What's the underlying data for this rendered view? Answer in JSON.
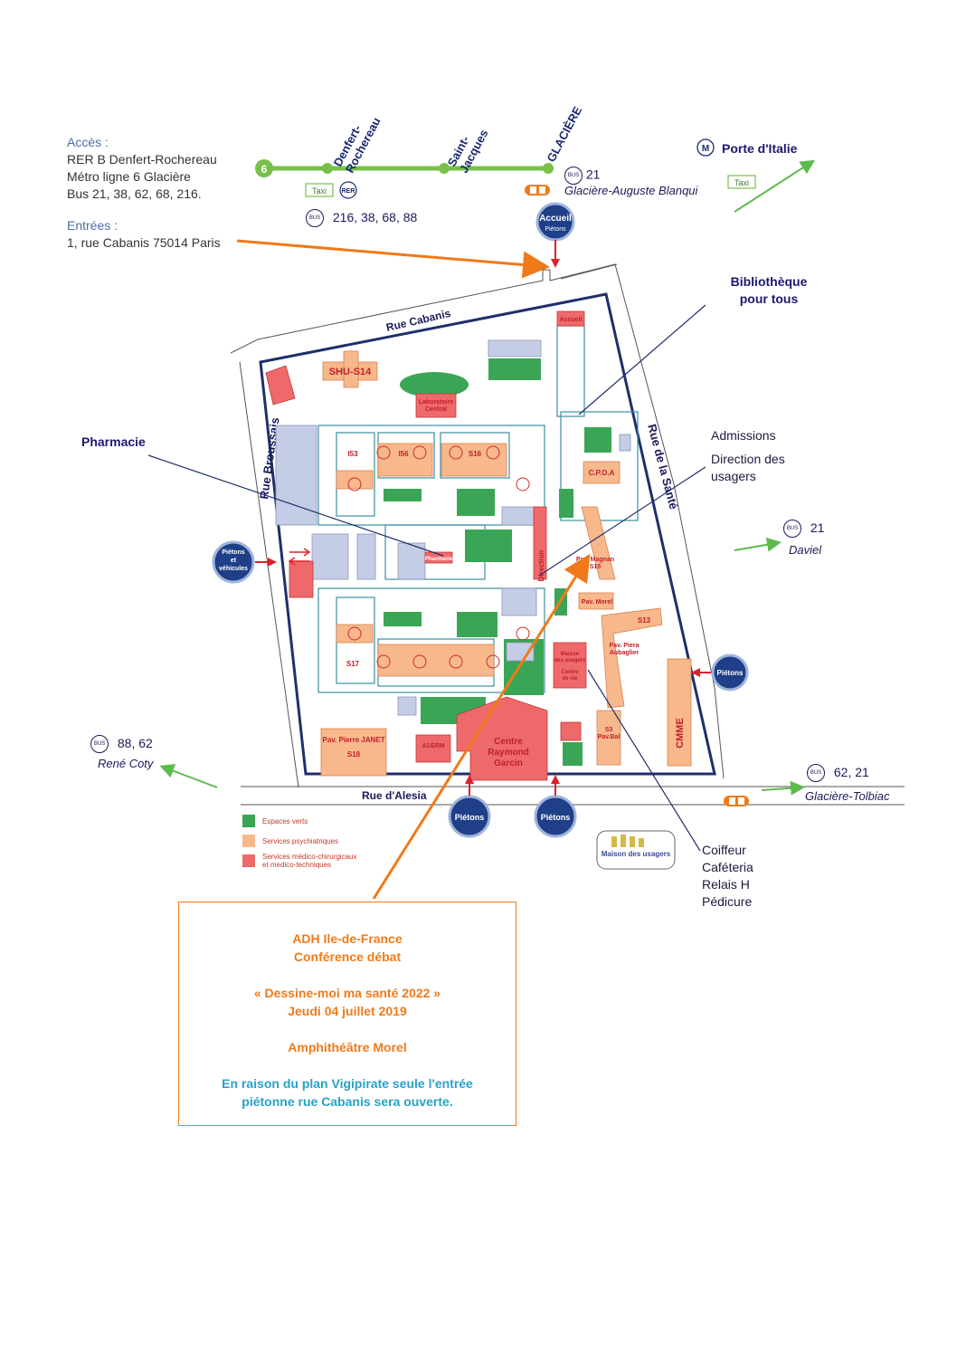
{
  "access": {
    "title": "Accès :",
    "lines": [
      "RER B Denfert-Rochereau",
      "Métro ligne 6 Glacière",
      "Bus 21, 38, 62, 68, 216."
    ]
  },
  "entrees": {
    "title": "Entrées :",
    "address": "1, rue Cabanis 75014 Paris"
  },
  "metro": {
    "line_number": "6",
    "stations": [
      "Denfert-\nRochereau",
      "Saint-\nJacques",
      "GLACIÈRE"
    ],
    "taxi_label": "Taxi",
    "rer_label": "RER",
    "porte": "Porte d'Italie",
    "m_label": "M"
  },
  "bus": {
    "icon_label": "BUS",
    "glaciere": {
      "lines": "21",
      "stop": "Glacière-Auguste Blanqui"
    },
    "denfert": {
      "lines": "216, 38, 68, 88"
    },
    "daviel": {
      "lines": "21",
      "stop": "Daviel"
    },
    "rene_coty": {
      "lines": "88, 62",
      "stop": "René Coty"
    },
    "tolbiac": {
      "lines": "62, 21",
      "stop": "Glacière-Tolbiac"
    }
  },
  "landmarks": {
    "accueil": "Accueil",
    "pietons": "Piétons",
    "pietons_vehicules": "Piétons\net\nvéhicules",
    "bibliotheque": "Bibliothèque\npour tous",
    "pharmacie": "Pharmacie",
    "admissions": "Admissions",
    "direction": "Direction des\nusagers",
    "coiffeur": [
      "Coiffeur",
      "Caféteria",
      "Relais H",
      "Pédicure"
    ],
    "maison_usagers": "Maison des usagers"
  },
  "streets": {
    "cabanis": "Rue Cabanis",
    "broussais": "Rue Broussais",
    "sante": "Rue de la Santé",
    "alesia": "Rue d'Alesia"
  },
  "buildings": {
    "shu": "SHU-S14",
    "labo": "Laboratoire\nCentral",
    "cpoa": "C.P.O.A",
    "magnan": "Pav. Magnan\nS15",
    "morel": "Pav. Morel",
    "s13": "S13",
    "aubaglier": "Pav. Piera\nAubaglier",
    "s3": "S3\nPav.Bal",
    "cmme": "CMME",
    "janet": "Pav. Pierre JANET\nS18",
    "aserm": "ASERM",
    "garcin": "Centre\nRaymond\nGarcin",
    "s53": "I53",
    "s56": "I56",
    "s16": "S16",
    "s17": "S17",
    "direction_vert": "Direction",
    "maison": "Maison\ndes usagers",
    "centre_vie": "Centre\nde vie",
    "accueil_small": "Accueil",
    "pharmacie_small": "Pharmacie"
  },
  "legend": {
    "items": [
      {
        "label": "Espaces verts",
        "color": "#3aa655"
      },
      {
        "label": "Services psychiatriques",
        "color": "#f7b88b"
      },
      {
        "label": "Services médico-chirurgicaux\net medico-techniques",
        "color": "#ee6a6a"
      }
    ]
  },
  "info": {
    "org": "ADH Ile-de-France",
    "event": "Conférence débat",
    "title": "« Dessine-moi ma santé 2022 »",
    "date": "Jeudi 04 juillet 2019",
    "place": "Amphithéâtre Morel",
    "notice_1": "En raison du plan Vigipirate seule l'entrée",
    "notice_2": "piétonne rue Cabanis sera ouverte."
  },
  "colors": {
    "green": "#3aa655",
    "psy": "#f7b88b",
    "med": "#ee6a6a",
    "navy": "#1f2f6b",
    "orange": "#f07a1a",
    "metro_green": "#78c04a"
  }
}
